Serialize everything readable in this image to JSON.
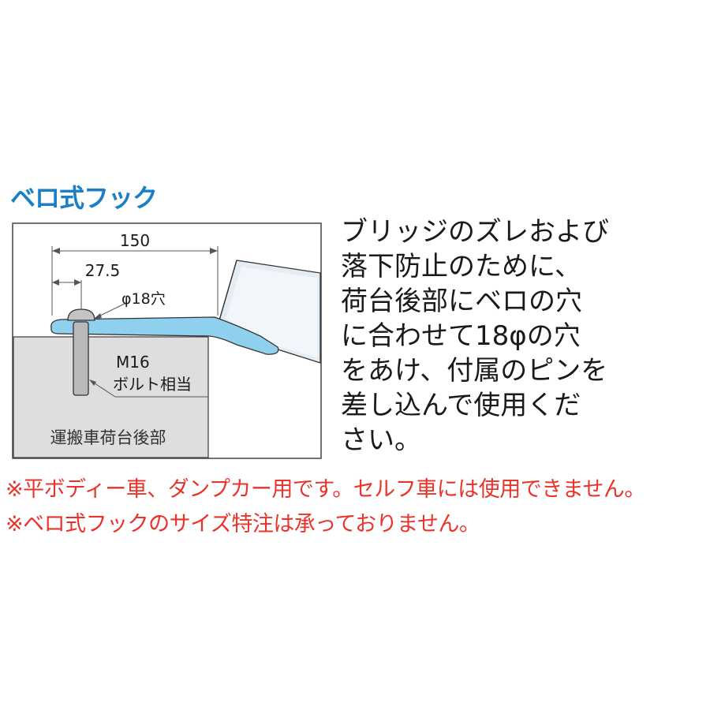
{
  "title": "ベロ式フック",
  "diagram": {
    "dim_150": "150",
    "dim_27_5": "27.5",
    "hole_label": "φ18穴",
    "bolt_size": "M16",
    "bolt_desc": "ボルト相当",
    "truck_label": "運搬車荷台後部"
  },
  "description_lines": [
    "ブリッジのズレおよび",
    "落下防止のために、",
    "荷台後部にベロの穴",
    "に合わせて18φの穴",
    "をあけ、付属のピンを",
    "差し込んで使用くだ",
    "さい。"
  ],
  "notes": [
    "※平ボディー車、ダンプカー用です。セルフ車には使用できません。",
    "※ベロ式フックのサイズ特注は承っておりません。"
  ],
  "colors": {
    "title": "#1a7fc4",
    "note": "#e8342b",
    "hook_fill": "#8fd0ee",
    "truck_fill": "#dedede",
    "bridge_fill": "#e4eaf2"
  }
}
